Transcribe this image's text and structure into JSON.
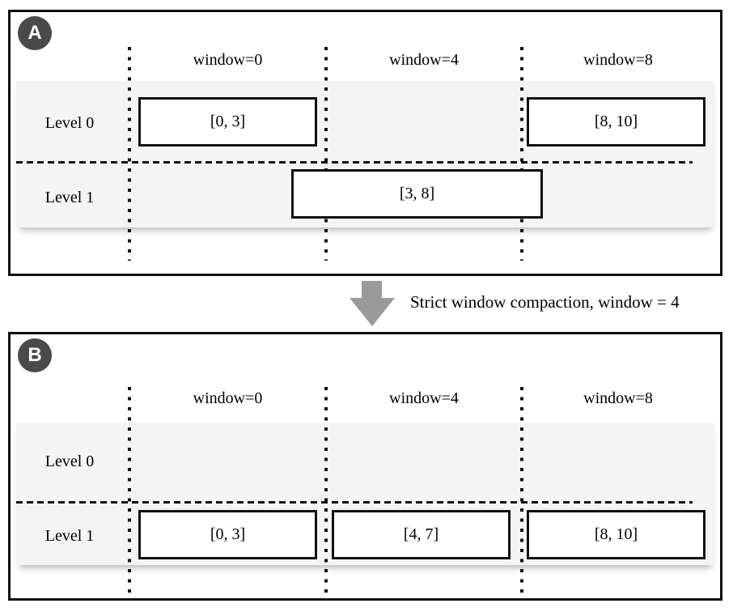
{
  "transition": {
    "label": "Strict window compaction, window = 4"
  },
  "colors": {
    "line": "#111111",
    "band": "#f4f4f4",
    "badge": "#4a4a4a",
    "badge_text": "#ffffff",
    "arrow": "#9a9a9a",
    "box_fill": "#ffffff"
  },
  "panels": [
    {
      "badge": "A",
      "columns": [
        "window=0",
        "window=4",
        "window=8"
      ],
      "rows": [
        "Level 0",
        "Level 1"
      ],
      "boxes": [
        {
          "label": "[0, 3]",
          "level": "Level 0",
          "window": "window=0"
        },
        {
          "label": "[8, 10]",
          "level": "Level 0",
          "window": "window=8"
        },
        {
          "label": "[3, 8]",
          "level": "Level 1",
          "window": "window=4"
        }
      ]
    },
    {
      "badge": "B",
      "columns": [
        "window=0",
        "window=4",
        "window=8"
      ],
      "rows": [
        "Level 0",
        "Level 1"
      ],
      "boxes": [
        {
          "label": "[0, 3]",
          "level": "Level 1",
          "window": "window=0"
        },
        {
          "label": "[4, 7]",
          "level": "Level 1",
          "window": "window=4"
        },
        {
          "label": "[8, 10]",
          "level": "Level 1",
          "window": "window=8"
        }
      ]
    }
  ]
}
